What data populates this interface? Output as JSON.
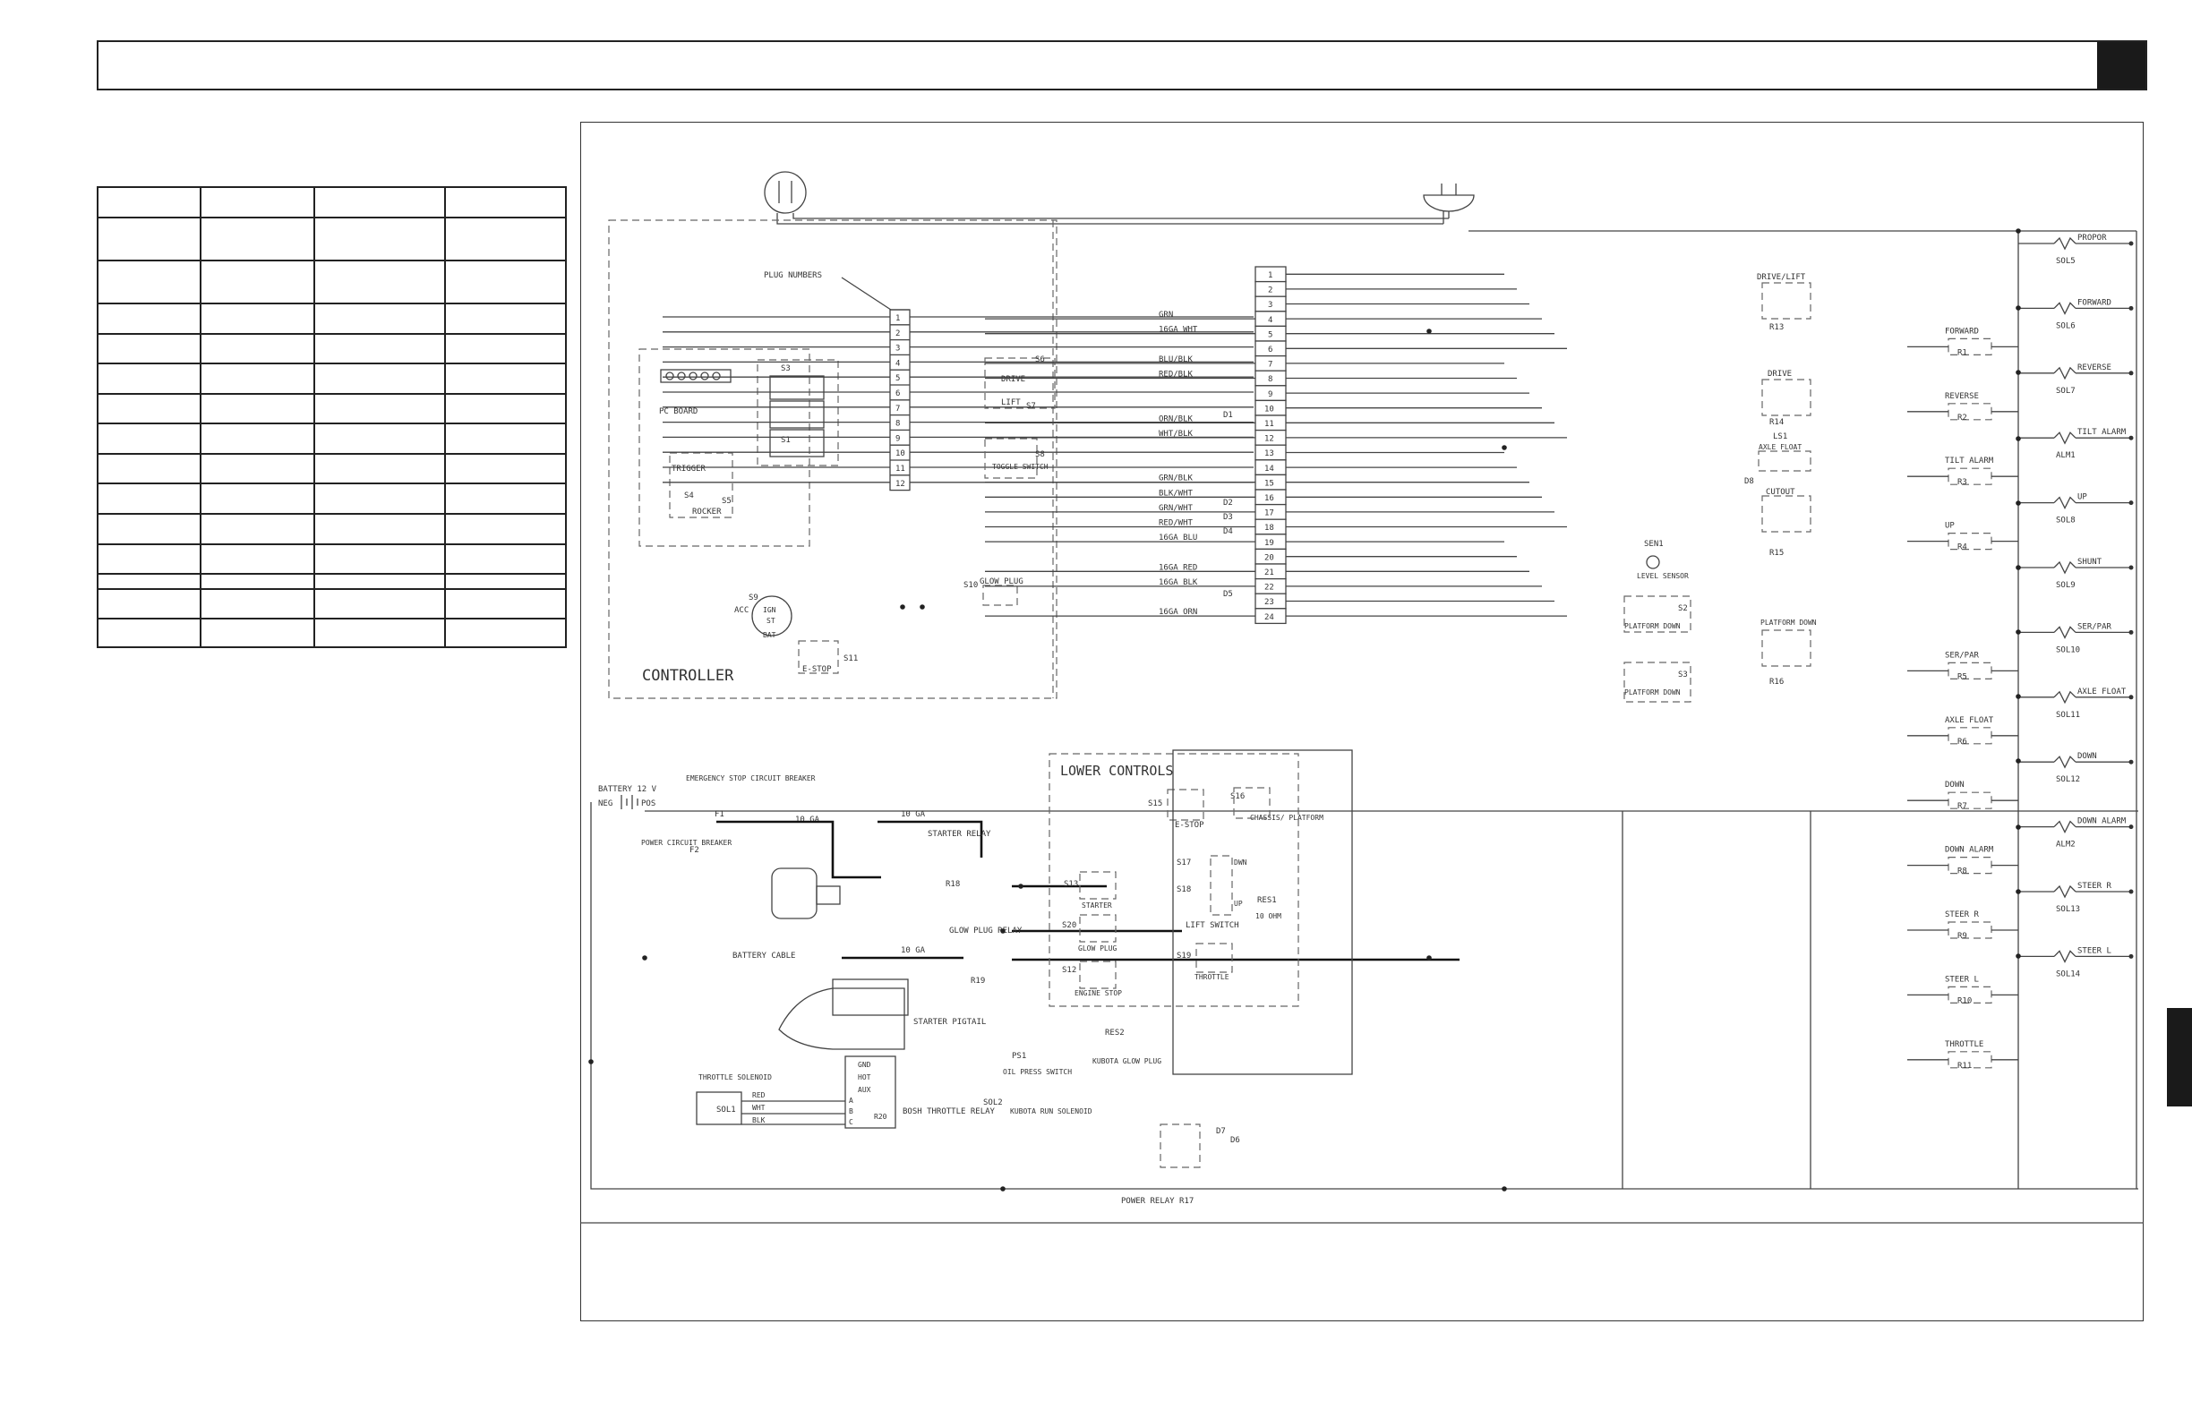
{
  "labels": {
    "plug_numbers": "PLUG NUMBERS",
    "pc_board": "PC BOARD",
    "drive": "DRIVE",
    "lift": "LIFT",
    "s6": "S6",
    "s7": "S7",
    "toggle_switch": "TOGGLE SWITCH",
    "s8": "S8",
    "s3": "S3",
    "s1": "S1",
    "s4": "S4",
    "s5": "S5",
    "trigger": "TRIGGER",
    "rocker": "ROCKER",
    "glow_plug_switch": "GLOW PLUG",
    "s10": "S10",
    "s9": "S9",
    "acc": "ACC",
    "ign": "IGN",
    "st": "ST",
    "bat": "BAT",
    "e_stop_controller": "E-STOP",
    "s11": "S11",
    "controller": "CONTROLLER",
    "battery": "BATTERY 12 V",
    "neg": "NEG",
    "pos": "POS",
    "emergency_breaker": "EMERGENCY STOP CIRCUIT BREAKER",
    "f1": "F1",
    "f2": "F2",
    "power_breaker": "POWER CIRCUIT BREAKER",
    "ga10_a": "10 GA",
    "ga10_b": "10 GA",
    "ga10_c": "10 GA",
    "starter_relay": "STARTER RELAY",
    "r18": "R18",
    "battery_cable": "BATTERY CABLE",
    "glow_plug_relay": "GLOW PLUG RELAY",
    "r19": "R19",
    "starter_pigtail": "STARTER PIGTAIL",
    "gnd": "GND",
    "hot": "HOT",
    "aux": "AUX",
    "a": "A",
    "b": "B",
    "c": "C",
    "throttle_solenoid": "THROTTLE SOLENOID",
    "sol1": "SOL1",
    "red": "RED",
    "wht": "WHT",
    "blk": "BLK",
    "bosh_throttle_relay": "BOSH THROTTLE RELAY",
    "r20": "R20",
    "ps1": "PS1",
    "oil_press_switch": "OIL PRESS SWITCH",
    "sol2": "SOL2",
    "kubota_run_solenoid": "KUBOTA RUN SOLENOID",
    "res2": "RES2",
    "kubota_glow_plug": "KUBOTA GLOW PLUG",
    "power_relay": "POWER RELAY R17",
    "d7": "D7",
    "d6": "D6",
    "lower_controls": "LOWER CONTROLS",
    "s15": "S15",
    "e_stop_lower": "E-STOP",
    "s16": "S16",
    "chassis_platform": "CHASSIS/ PLATFORM",
    "s17": "S17",
    "dwn": "DWN",
    "s18": "S18",
    "up_sw": "UP",
    "res1": "RES1",
    "ohm": "10 OHM",
    "lift_switch": "LIFT SWITCH",
    "s13": "S13",
    "starter": "STARTER",
    "s20": "S20",
    "glow_plug_lower": "GLOW PLUG",
    "s19": "S19",
    "throttle_sw": "THROTTLE",
    "s12": "S12",
    "engine_stop": "ENGINE STOP",
    "drive_lift": "DRIVE/LIFT",
    "r13": "R13",
    "drive_relay": "DRIVE",
    "r14": "R14",
    "ls1": "LS1",
    "axle_float_ls": "AXLE FLOAT",
    "d8": "D8",
    "cutout": "CUTOUT",
    "r15": "R15",
    "sen1": "SEN1",
    "level_sensor": "LEVEL SENSOR",
    "s2": "S2",
    "platform_down_1": "PLATFORM DOWN",
    "platform_down_relay": "PLATFORM DOWN",
    "r16": "R16",
    "s3b": "S3",
    "platform_down_2": "PLATFORM DOWN",
    "d1": "D1",
    "d2": "D2",
    "d3": "D3",
    "d4": "D4",
    "d5": "D5"
  },
  "wires": [
    {
      "label": "GRN",
      "terminal": 4
    },
    {
      "label": "16GA WHT",
      "terminal": 5
    },
    {
      "label": "BLU/BLK",
      "terminal": 7
    },
    {
      "label": "RED/BLK",
      "terminal": 8
    },
    {
      "label": "ORN/BLK",
      "terminal": 11
    },
    {
      "label": "WHT/BLK",
      "terminal": 12
    },
    {
      "label": "GRN/BLK",
      "terminal": 15
    },
    {
      "label": "BLK/WHT",
      "terminal": 16
    },
    {
      "label": "GRN/WHT",
      "terminal": 17
    },
    {
      "label": "RED/WHT",
      "terminal": 18
    },
    {
      "label": "16GA BLU",
      "terminal": 19
    },
    {
      "label": "16GA RED",
      "terminal": 21
    },
    {
      "label": "16GA BLK",
      "terminal": 22
    },
    {
      "label": "16GA ORN",
      "terminal": 24
    }
  ],
  "plug_pins": [
    "1",
    "2",
    "3",
    "4",
    "5",
    "6",
    "7",
    "8",
    "9",
    "10",
    "11",
    "12"
  ],
  "terminal_strip": [
    "1",
    "2",
    "3",
    "4",
    "5",
    "6",
    "7",
    "8",
    "9",
    "10",
    "11",
    "12",
    "13",
    "14",
    "15",
    "16",
    "17",
    "18",
    "19",
    "20",
    "21",
    "22",
    "23",
    "24"
  ],
  "outputs": [
    {
      "relay_label": "",
      "relay": "",
      "load_label": "PROPOR",
      "load": "SOL5"
    },
    {
      "relay_label": "FORWARD",
      "relay": "R1",
      "load_label": "FORWARD",
      "load": "SOL6"
    },
    {
      "relay_label": "REVERSE",
      "relay": "R2",
      "load_label": "REVERSE",
      "load": "SOL7"
    },
    {
      "relay_label": "TILT ALARM",
      "relay": "R3",
      "load_label": "TILT ALARM",
      "load": "ALM1"
    },
    {
      "relay_label": "UP",
      "relay": "R4",
      "load_label": "UP",
      "load": "SOL8"
    },
    {
      "relay_label": "",
      "relay": "",
      "load_label": "SHUNT",
      "load": "SOL9"
    },
    {
      "relay_label": "SER/PAR",
      "relay": "R5",
      "load_label": "SER/PAR",
      "load": "SOL10"
    },
    {
      "relay_label": "AXLE FLOAT",
      "relay": "R6",
      "load_label": "AXLE FLOAT",
      "load": "SOL11"
    },
    {
      "relay_label": "DOWN",
      "relay": "R7",
      "load_label": "DOWN",
      "load": "SOL12"
    },
    {
      "relay_label": "DOWN ALARM",
      "relay": "R8",
      "load_label": "DOWN ALARM",
      "load": "ALM2"
    },
    {
      "relay_label": "STEER R",
      "relay": "R9",
      "load_label": "STEER R",
      "load": "SOL13"
    },
    {
      "relay_label": "STEER L",
      "relay": "R10",
      "load_label": "STEER L",
      "load": "SOL14"
    },
    {
      "relay_label": "THROTTLE",
      "relay": "R11",
      "load_label": "",
      "load": ""
    }
  ]
}
